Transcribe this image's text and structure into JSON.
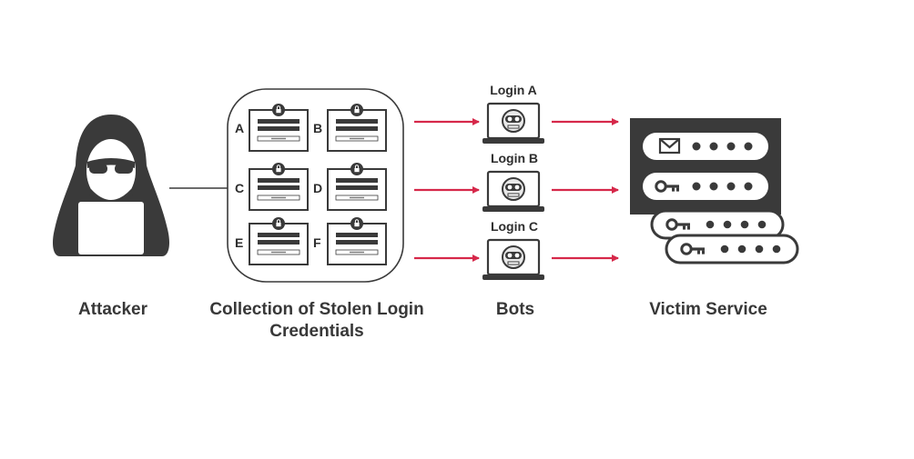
{
  "captions": {
    "attacker": "Attacker",
    "collection_line1": "Collection of Stolen Login",
    "collection_line2": "Credentials",
    "bots": "Bots",
    "victim": "Victim Service"
  },
  "credential_cards": [
    "A",
    "B",
    "C",
    "D",
    "E",
    "F"
  ],
  "bots": [
    "Login A",
    "Login B",
    "Login C"
  ],
  "colors": {
    "dark": "#3a3a3a",
    "arrow": "#d6284a",
    "outline": "#333333",
    "background": "#ffffff"
  },
  "icons": [
    "hooded-hacker-icon",
    "padlock-icon",
    "robot-face-icon",
    "laptop-icon",
    "envelope-icon",
    "key-icon"
  ]
}
